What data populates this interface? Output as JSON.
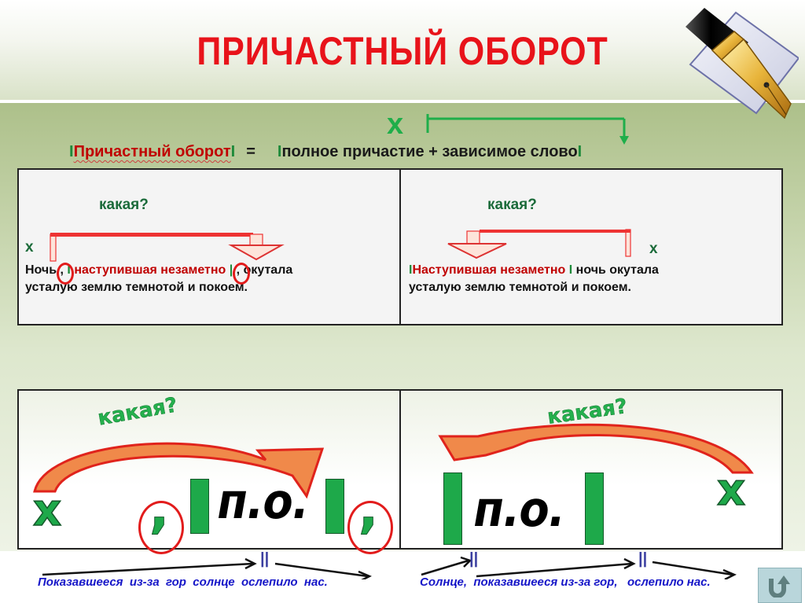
{
  "slide": {
    "title": "ПРИЧАСТНЫЙ  ОБОРОТ",
    "colors": {
      "title": "#e8131a",
      "accent_green": "#1ea94a",
      "red_text": "#c00000",
      "dark_green_text": "#1b6b3a",
      "example_blue": "#1616c8",
      "arrow_orange": "#f0894a"
    }
  },
  "formula": {
    "bar_open": "I",
    "term": "Причастный оборот",
    "bar_close": "I",
    "equals": "=",
    "bar_open2": "I",
    "definition": "полное причастие + зависимое слово",
    "bar_close2": "I",
    "x_mark": "x"
  },
  "table1": {
    "left": {
      "question": "какая?",
      "x_label": "x",
      "line1_a": "Ночь",
      "line1_comma1": ",",
      "line1_bar1": "I",
      "line1_phrase": "наступившая незаметно",
      "line1_bar2": "|",
      "line1_comma2": ",",
      "line1_b": "окутала",
      "line2": "усталую землю темнотой и покоем."
    },
    "right": {
      "question": "какая?",
      "x_label": "x",
      "line1_bar1": "I",
      "line1_phrase": "Наступившая незаметно",
      "line1_bar2": "I",
      "line1_b": "ночь окутала",
      "line2": "усталую землю темнотой и покоем."
    }
  },
  "table2": {
    "left": {
      "question": "какая?",
      "x_label": "x",
      "comma1": ",",
      "abbrev": "п.о.",
      "comma2": ","
    },
    "right": {
      "question": "какая?",
      "x_label": "x",
      "abbrev": "п.о."
    }
  },
  "examples": {
    "left": {
      "sentence": "Показавшееся  из-за  гор  солнце  ослепило  нас.",
      "marker": "||"
    },
    "right": {
      "sentence": "Солнце,  показавшееся из-за гор,   ослепило нас.",
      "marker1": "||",
      "marker2": "||"
    }
  },
  "nav": {
    "home_button_icon": "u-turn-arrow-icon"
  }
}
